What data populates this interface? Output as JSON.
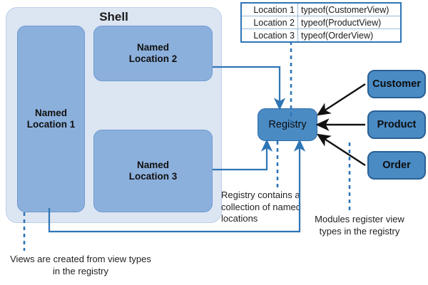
{
  "diagram": {
    "title": "Shell / Registry view composition diagram",
    "colors": {
      "shell_fill": "#dce5f2",
      "named_location_fill": "#8cb0dc",
      "registry_fill": "#4a8bc4",
      "module_fill": "#4a8bc4",
      "connector_blue": "#2e75b6",
      "arrow_black": "#111111",
      "table_border": "#2e75b6"
    }
  },
  "shell": {
    "label": "Shell",
    "named_locations": [
      {
        "line1": "Named",
        "line2": "Location 1"
      },
      {
        "line1": "Named",
        "line2": "Location 2"
      },
      {
        "line1": "Named",
        "line2": "Location 3"
      }
    ]
  },
  "registry": {
    "label": "Registry"
  },
  "modules": [
    {
      "label": "Customer"
    },
    {
      "label": "Product"
    },
    {
      "label": "Order"
    }
  ],
  "lookup_table": {
    "rows": [
      {
        "key": "Location 1",
        "value": "typeof(CustomerView)"
      },
      {
        "key": "Location 2",
        "value": "typeof(ProductView)"
      },
      {
        "key": "Location 3",
        "value": "typeof(OrderView)"
      }
    ]
  },
  "captions": {
    "registry_contains": "Registry contains a collection of named locations",
    "modules_register": "Modules register view types in the registry",
    "views_created": "Views are created from view types in the registry"
  }
}
